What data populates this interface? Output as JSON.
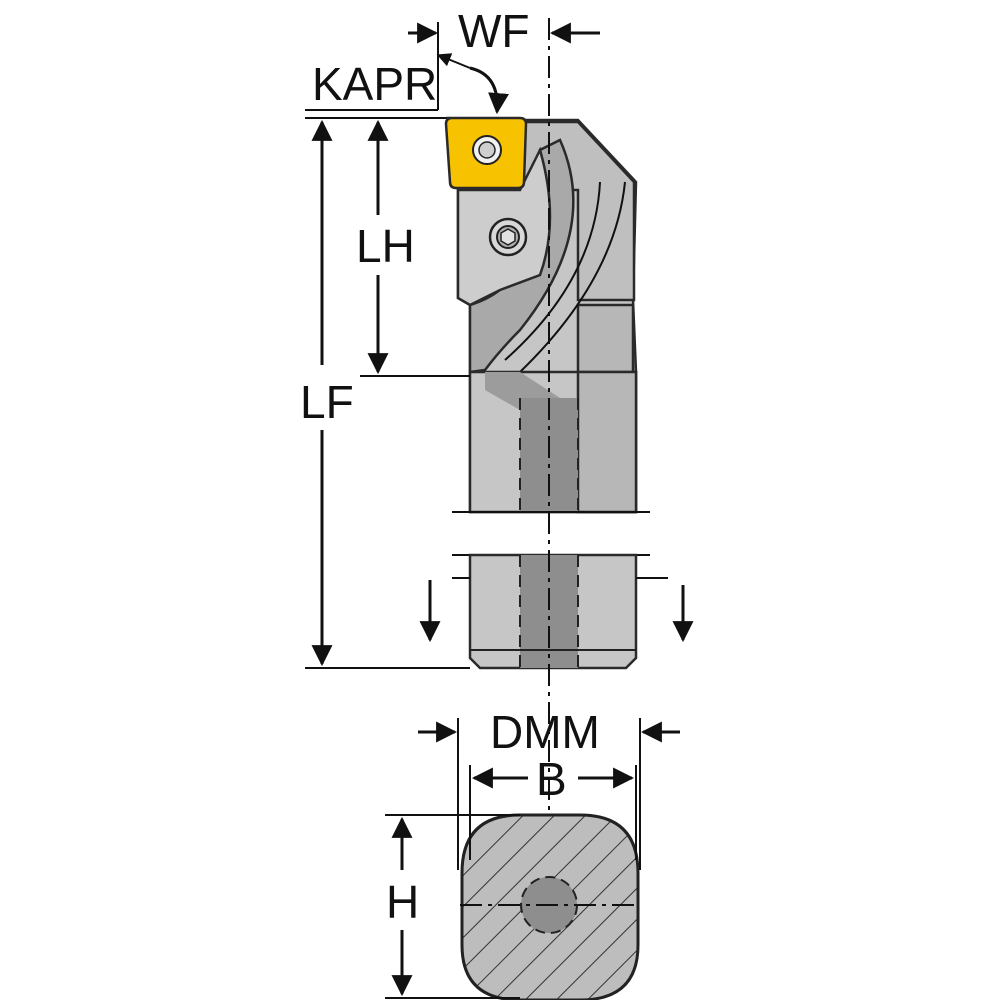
{
  "labels": {
    "wf": "WF",
    "kapr": "KAPR",
    "lh": "LH",
    "lf": "LF",
    "dmm": "DMM",
    "b": "B",
    "h": "H"
  },
  "colors": {
    "insert": "#f7c200",
    "body_light": "#c6c6c6",
    "body_mid": "#b3b3b3",
    "body_dark": "#9c9c9c",
    "coolant_channel": "#8e8e8e",
    "section_fill": "#bcbcbc",
    "line": "#111111"
  },
  "icons": {
    "insert_screw": "hex-socket-screw-icon",
    "clamp_screw": "hex-socket-screw-icon"
  }
}
